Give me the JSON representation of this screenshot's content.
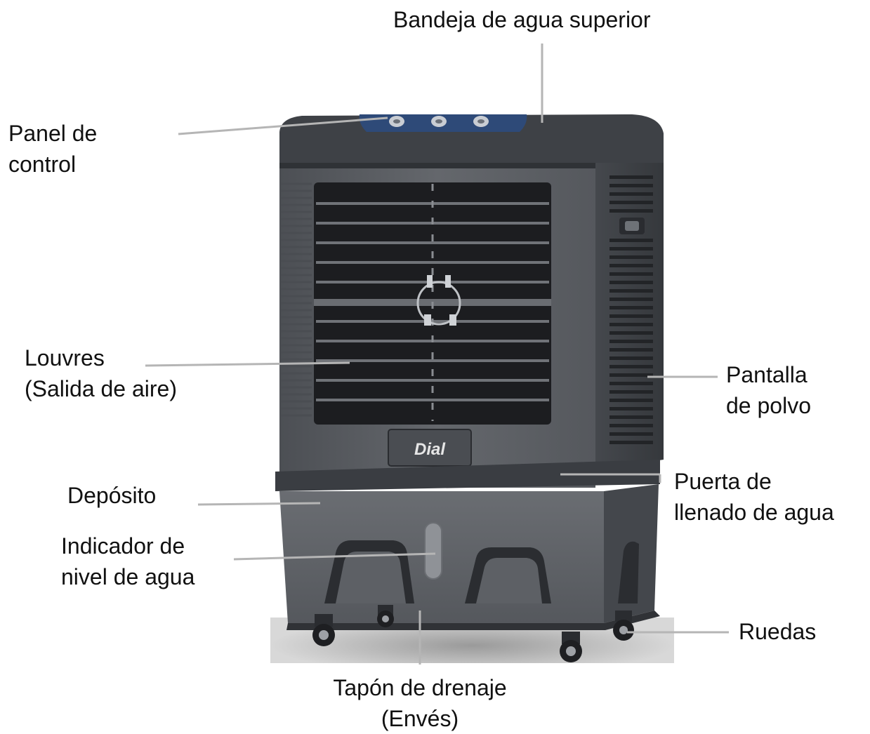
{
  "product": {
    "brand_logo": "Dial"
  },
  "labels": {
    "top_water_tray": "Bandeja de agua superior",
    "control_panel": [
      "Panel de",
      "control"
    ],
    "louvres": [
      "Louvres",
      "(Salida de aire)"
    ],
    "dust_screen": [
      "Pantalla",
      "de polvo"
    ],
    "tank": "Depósito",
    "water_fill_door": [
      "Puerta de",
      "llenado de agua"
    ],
    "water_level_indicator": [
      "Indicador de",
      "nivel de agua"
    ],
    "wheels": "Ruedas",
    "drain_plug": [
      "Tapón de drenaje",
      "(Envés)"
    ]
  },
  "colors": {
    "body": "#5a5d62",
    "body_dark": "#3f4247",
    "grille": "#1c1d20",
    "control_panel": "#2e4a78",
    "leader_line": "#b5b5b5"
  }
}
